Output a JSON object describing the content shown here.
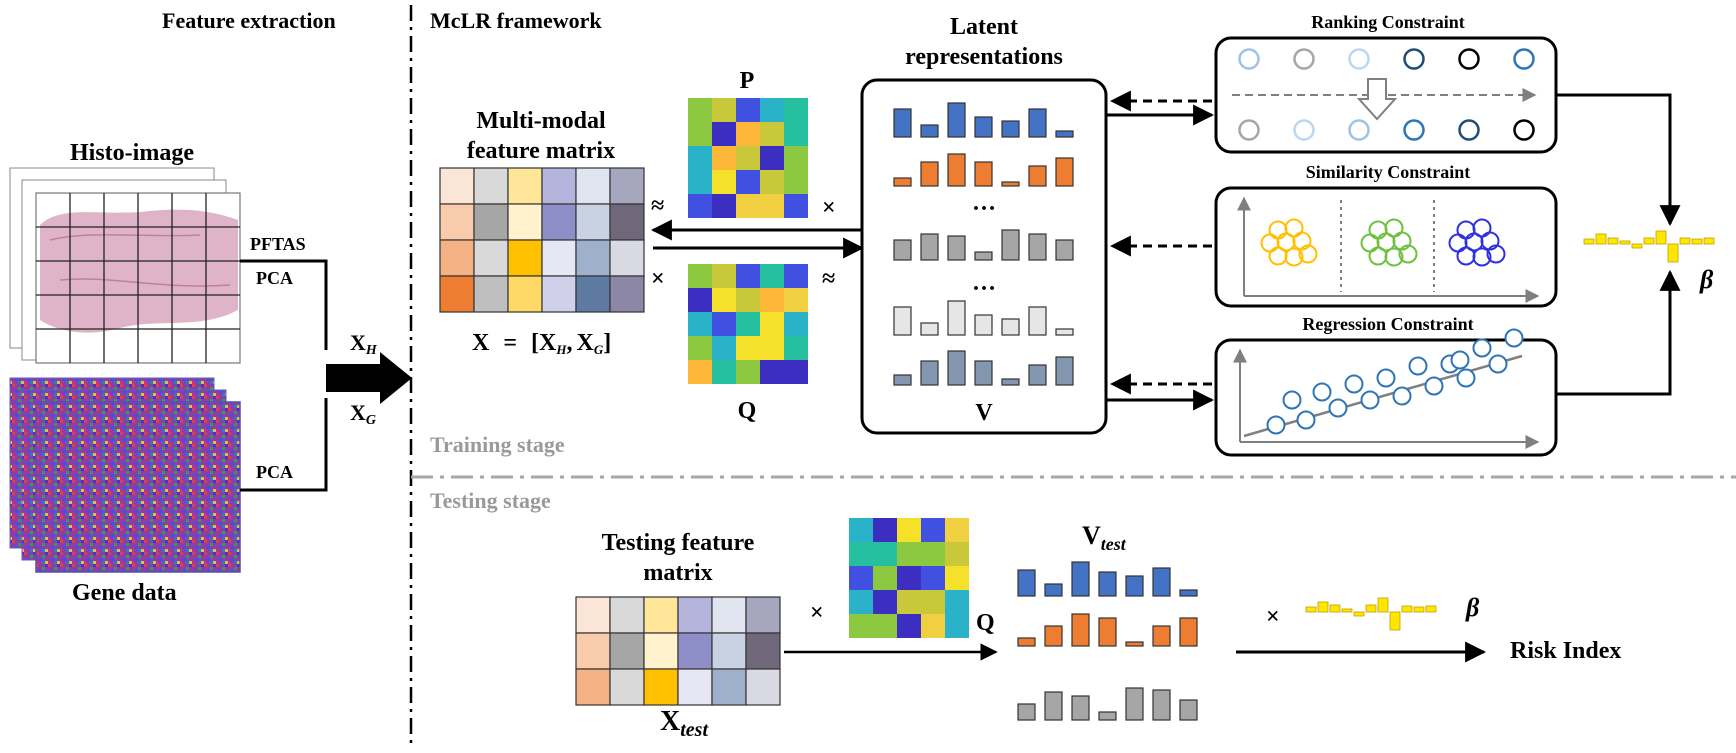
{
  "sections": {
    "feature_extraction": "Feature extraction",
    "framework": "McLR framework",
    "training": "Training stage",
    "testing": "Testing stage"
  },
  "inputs": {
    "histo_label": "Histo-image",
    "gene_label": "Gene data",
    "pftas": "PFTAS",
    "pca_top": "PCA",
    "pca_bottom": "PCA",
    "xh": "X",
    "xh_sub": "H",
    "xg": "X",
    "xg_sub": "G"
  },
  "matrix": {
    "title_line1": "Multi-modal",
    "title_line2": "feature matrix",
    "eq_x": "X",
    "eq_equals": "=",
    "eq_open": "[",
    "eq_xh": "X",
    "eq_xh_sub": "H",
    "eq_comma": ",",
    "eq_xg": "X",
    "eq_xg_sub": "G",
    "eq_close": "]",
    "p_label": "P",
    "q_label": "Q",
    "approx1": "≈",
    "approx2": "≈",
    "times1": "×",
    "times2": "×"
  },
  "latent": {
    "title_line1": "Latent",
    "title_line2": "representations",
    "v_label": "V",
    "dots1": "…",
    "dots2": "…"
  },
  "constraints": {
    "ranking": "Ranking Constraint",
    "similarity": "Similarity Constraint",
    "regression": "Regression Constraint",
    "beta": "β"
  },
  "testing": {
    "title_line1": "Testing feature",
    "title_line2": "matrix",
    "x_test": "X",
    "x_test_sub": "test",
    "q_label": "Q",
    "v_test": "V",
    "v_test_sub": "test",
    "times1": "×",
    "times2": "×",
    "beta": "β",
    "risk": "Risk Index"
  },
  "colors": {
    "blue": "#4472c4",
    "orange": "#ed7d31",
    "gray": "#a6a6a6",
    "light_gray": "#e7e6e6",
    "slate": "#8497b0",
    "yellow_beta": "#ffe600",
    "ring_yellow": "#ffc000",
    "ring_green": "#70c040",
    "ring_blue": "#3030e0",
    "ring_teal": "#2e75b6"
  }
}
